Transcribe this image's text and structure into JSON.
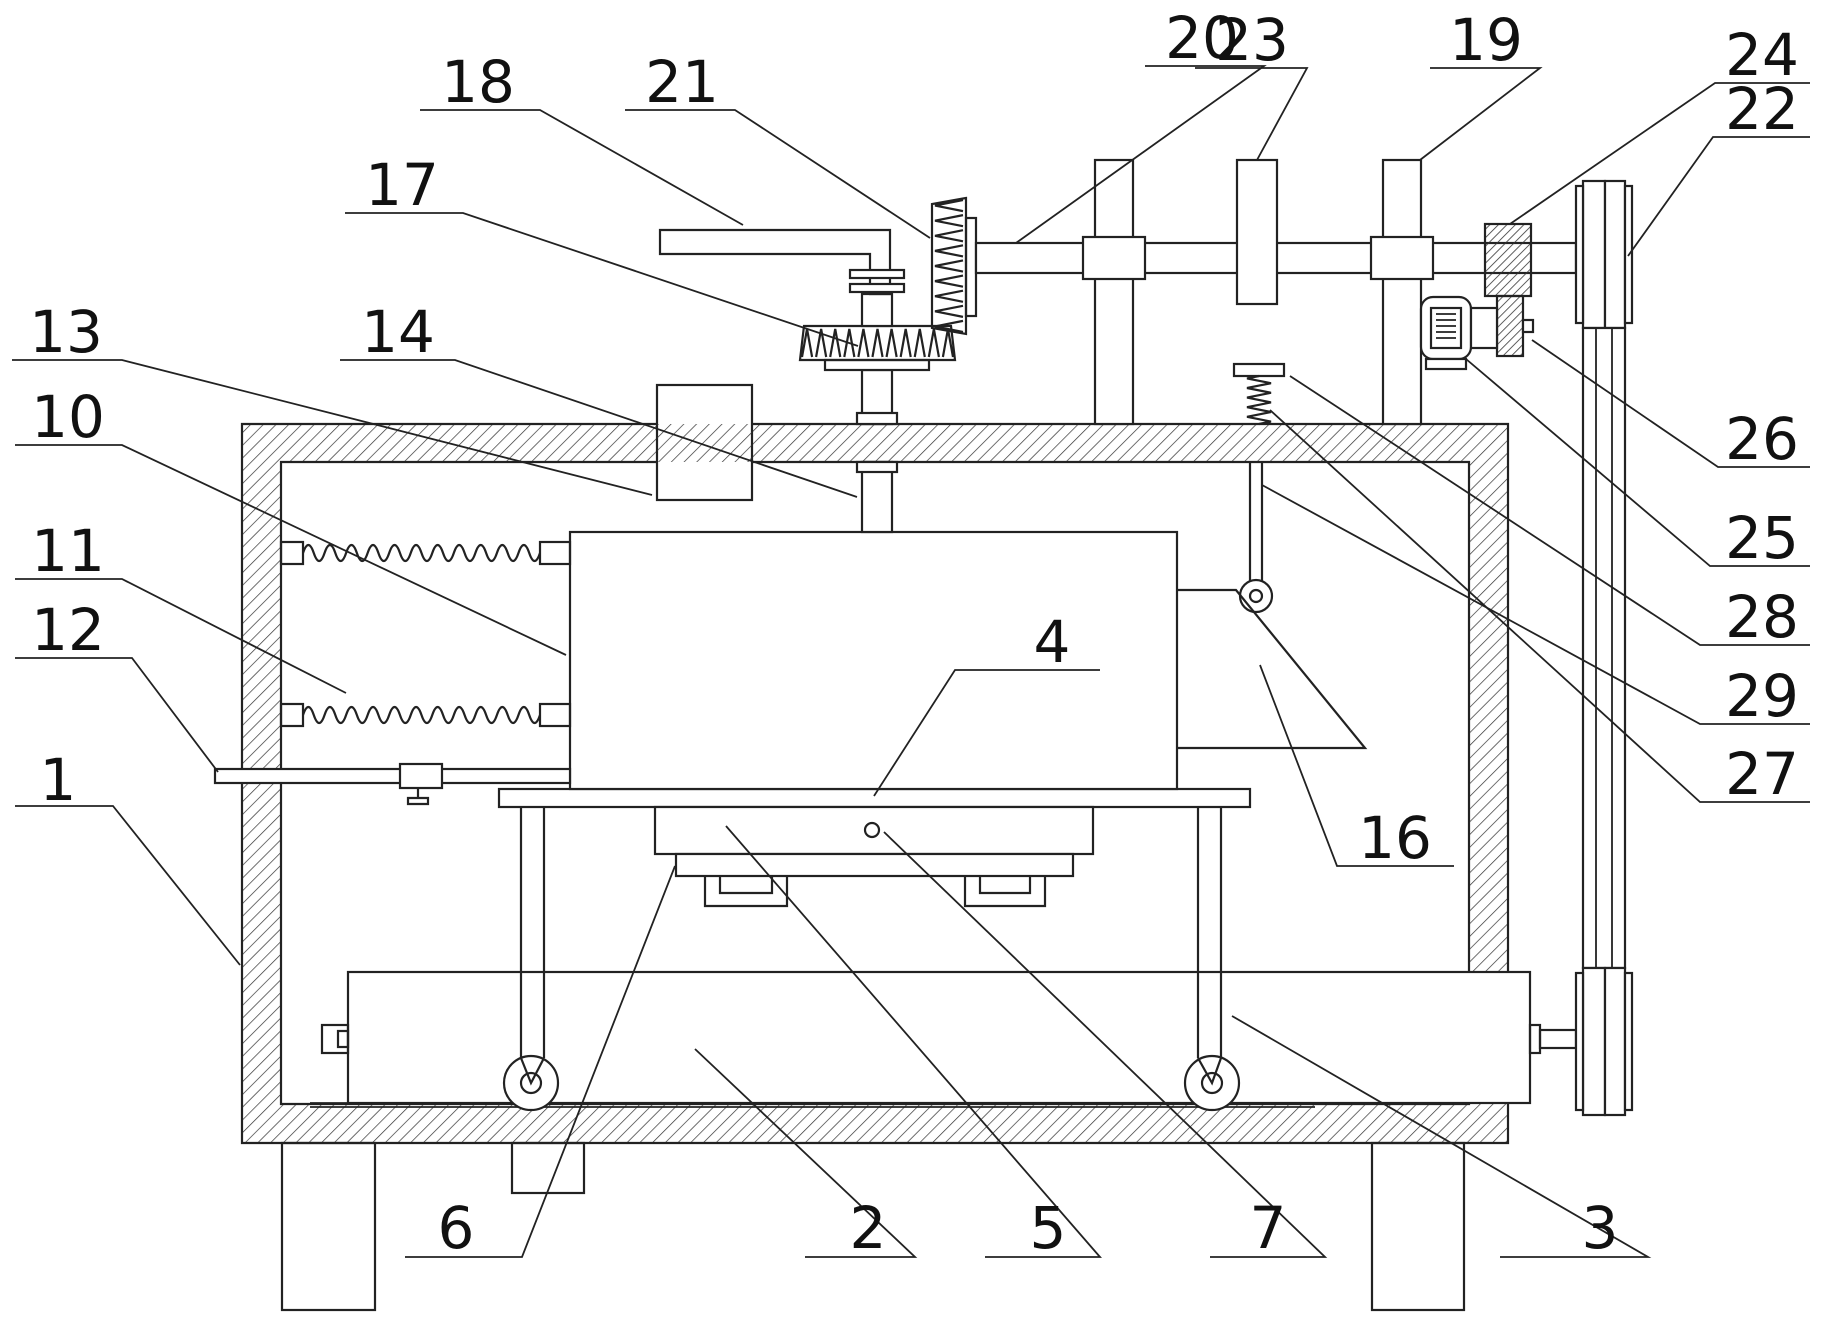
{
  "labels": [
    "1",
    "2",
    "3",
    "4",
    "5",
    "6",
    "7",
    "10",
    "11",
    "12",
    "13",
    "14",
    "16",
    "17",
    "18",
    "19",
    "20",
    "21",
    "22",
    "23",
    "24",
    "25",
    "26",
    "27",
    "28",
    "29"
  ]
}
